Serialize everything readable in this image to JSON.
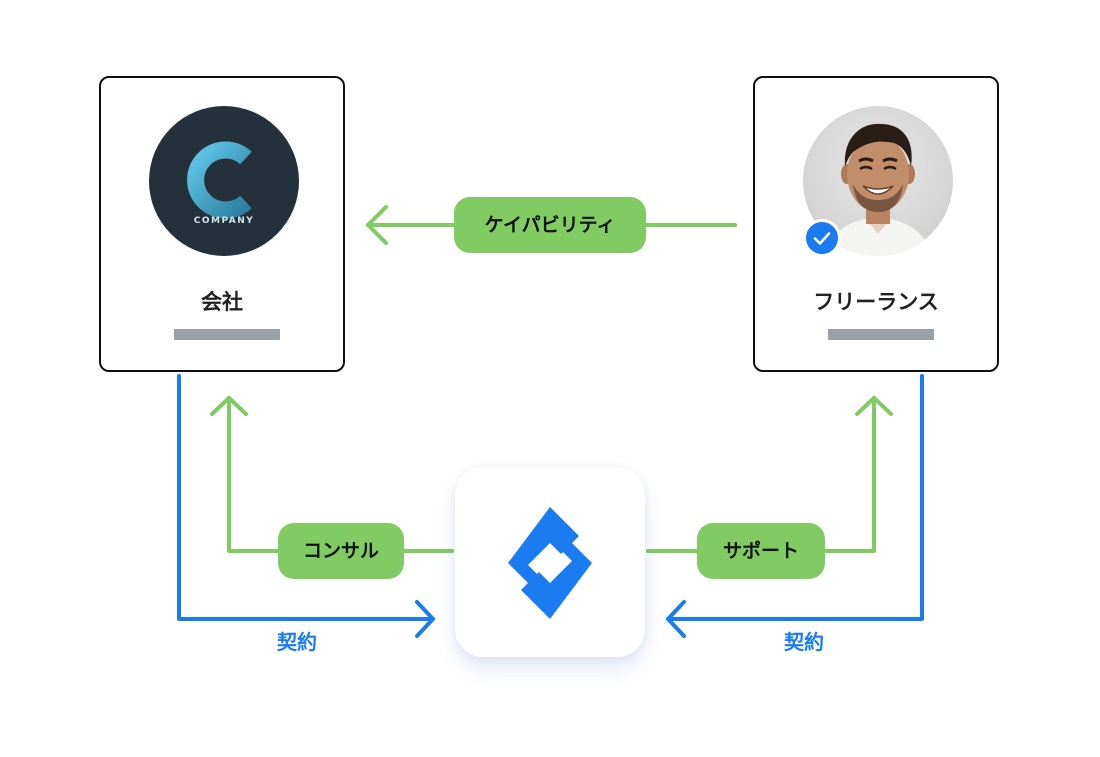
{
  "nodes": {
    "company": {
      "logo_text": "COMPANY",
      "label": "会社"
    },
    "freelancer": {
      "label": "フリーランス"
    }
  },
  "edges": {
    "capability": {
      "label": "ケイパビリティ"
    },
    "consult": {
      "label": "コンサル"
    },
    "support": {
      "label": "サポート"
    },
    "contract_left": {
      "label": "契約"
    },
    "contract_right": {
      "label": "契約"
    }
  },
  "icons": {
    "company_logo": "letter-c-logo",
    "freelancer_avatar": "person-portrait",
    "verified": "checkmark-badge",
    "platform": "interlocking-diamond-logo"
  },
  "colors": {
    "green_flow": "#81cc62",
    "blue_flow": "#1a7cf0",
    "card_border": "#111111",
    "placeholder_bar": "#9aa1a7",
    "logo_bg": "#24313a"
  }
}
